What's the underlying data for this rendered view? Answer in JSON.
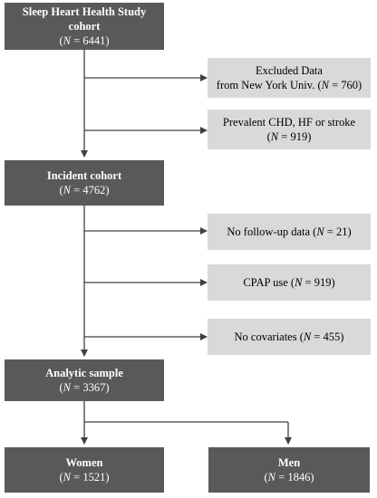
{
  "boxes": {
    "cohort": {
      "line1": "Sleep Heart Health Study",
      "line2": "cohort",
      "n_prefix": "(",
      "n_sym": "N",
      "n_rest": " = 6441)"
    },
    "excluded_ny": {
      "line1": "Excluded Data",
      "line2a": "from New York Univ. (",
      "n_sym": "N",
      "line2b": " = 760)"
    },
    "prevalent": {
      "line1": "Prevalent CHD,  HF or stroke",
      "n_prefix": "(",
      "n_sym": "N",
      "n_rest": " = 919)"
    },
    "incident": {
      "line1": "Incident cohort",
      "n_prefix": "(",
      "n_sym": "N",
      "n_rest": " = 4762)"
    },
    "no_followup": {
      "a": "No follow-up data (",
      "n_sym": "N",
      "b": " = 21)"
    },
    "cpap": {
      "a": "CPAP use (",
      "n_sym": "N",
      "b": " = 919)"
    },
    "no_covariates": {
      "a": "No covariates (",
      "n_sym": "N",
      "b": " = 455)"
    },
    "analytic": {
      "line1": "Analytic sample",
      "n_prefix": "(",
      "n_sym": "N",
      "n_rest": " = 3367)"
    },
    "women": {
      "line1": "Women",
      "n_prefix": "(",
      "n_sym": "N",
      "n_rest": " = 1521)"
    },
    "men": {
      "line1": "Men",
      "n_prefix": "(",
      "n_sym": "N",
      "n_rest": " = 1846)"
    }
  },
  "colors": {
    "dark_box": "#595959",
    "light_box": "#d9d9d9",
    "line": "#404040"
  }
}
